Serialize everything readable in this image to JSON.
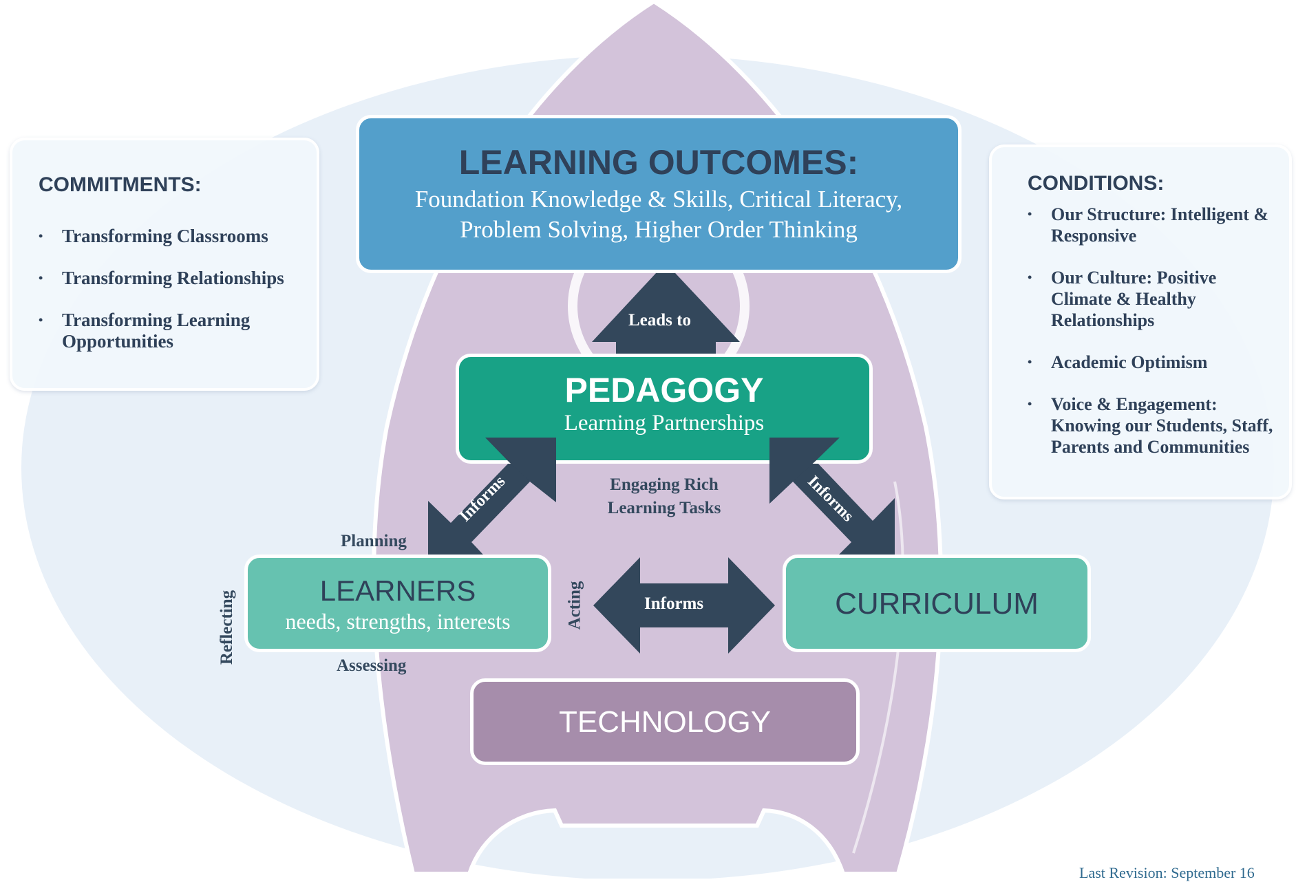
{
  "colors": {
    "ellipse_bg": "#e8f0f8",
    "rocket": "#d3c3da",
    "outcomes_box": "#539fcb",
    "pedagogy_box": "#18a286",
    "learners_box": "#66c2b0",
    "curriculum_box": "#66c2b0",
    "technology_box": "#a68dab",
    "arrow": "#33475b",
    "dark_text": "#2f4159"
  },
  "commitments": {
    "title": "COMMITMENTS:",
    "items": [
      "Transforming Classrooms",
      "Transforming Relationships",
      "Transforming Learning Opportunities"
    ]
  },
  "conditions": {
    "title": "CONDITIONS:",
    "items": [
      "Our Structure: Intelligent & Responsive",
      "Our Culture: Positive Climate & Healthy Relationships",
      "Academic Optimism",
      "Voice & Engagement: Knowing our Students, Staff, Parents and Communities"
    ]
  },
  "outcomes": {
    "title": "LEARNING OUTCOMES:",
    "line1": "Foundation Knowledge & Skills, Critical Literacy,",
    "line2": "Problem Solving, Higher Order Thinking"
  },
  "pedagogy": {
    "title": "PEDAGOGY",
    "subtitle": "Learning Partnerships"
  },
  "learners": {
    "title": "LEARNERS",
    "subtitle": "needs, strengths, interests"
  },
  "curriculum": {
    "title": "CURRICULUM"
  },
  "technology": {
    "title": "TECHNOLOGY"
  },
  "arrows": {
    "leads_to": "Leads to",
    "informs_left": "Informs",
    "informs_right": "Informs",
    "informs_bottom": "Informs"
  },
  "labels": {
    "engaging_line1": "Engaging Rich",
    "engaging_line2": "Learning Tasks",
    "planning": "Planning",
    "reflecting": "Reflecting",
    "assessing": "Assessing",
    "acting": "Acting"
  },
  "footer": {
    "revision": "Last Revision: September 16"
  }
}
